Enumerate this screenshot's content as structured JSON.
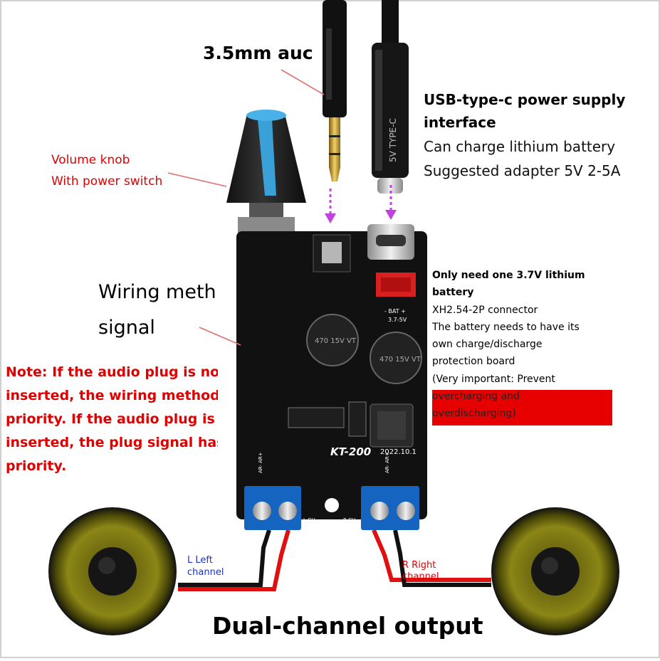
{
  "audio_title": "3.5mm auc",
  "usb_lines": [
    "USB-type-c power supply",
    "interface",
    "Can charge lithium battery",
    "Suggested adapter 5V 2-5A"
  ],
  "usb_cable_text": "5V TYPE-C",
  "volume_lines": [
    "Volume knob",
    "With power switch"
  ],
  "wiring_lines": [
    "Wiring meth",
    "signal"
  ],
  "note_lines": [
    "Note: If the audio plug is not",
    "inserted, the wiring method h",
    "priority. If the audio plug is",
    "inserted, the plug signal has",
    "priority."
  ],
  "battery_lines": [
    "Only need one 3.7V lithium",
    "battery",
    "XH2.54-2P connector",
    "The battery needs to have its",
    "own charge/discharge",
    "protection board",
    "(Very important: Prevent",
    "overcharging and",
    "overdischarging)"
  ],
  "board": {
    "model": "KT-200",
    "date": "2022.10.1",
    "bat_label": "- BAT +",
    "bat_range": "3.7-5V",
    "cap_label": "470 15V VT",
    "lch": "L-CH",
    "rch": "R-CH",
    "ar_left": "AR- AR+",
    "ar_right": "AR- AR+"
  },
  "left_channel": [
    "L Left",
    "channel"
  ],
  "right_channel": [
    "R Right",
    "channel"
  ],
  "output_title": "Dual-channel output",
  "colors": {
    "red_label": "#e00000",
    "blue_label": "#1a33cc",
    "board": "#111111",
    "terminal": "#1565c0",
    "arrow": "#c040e0"
  }
}
